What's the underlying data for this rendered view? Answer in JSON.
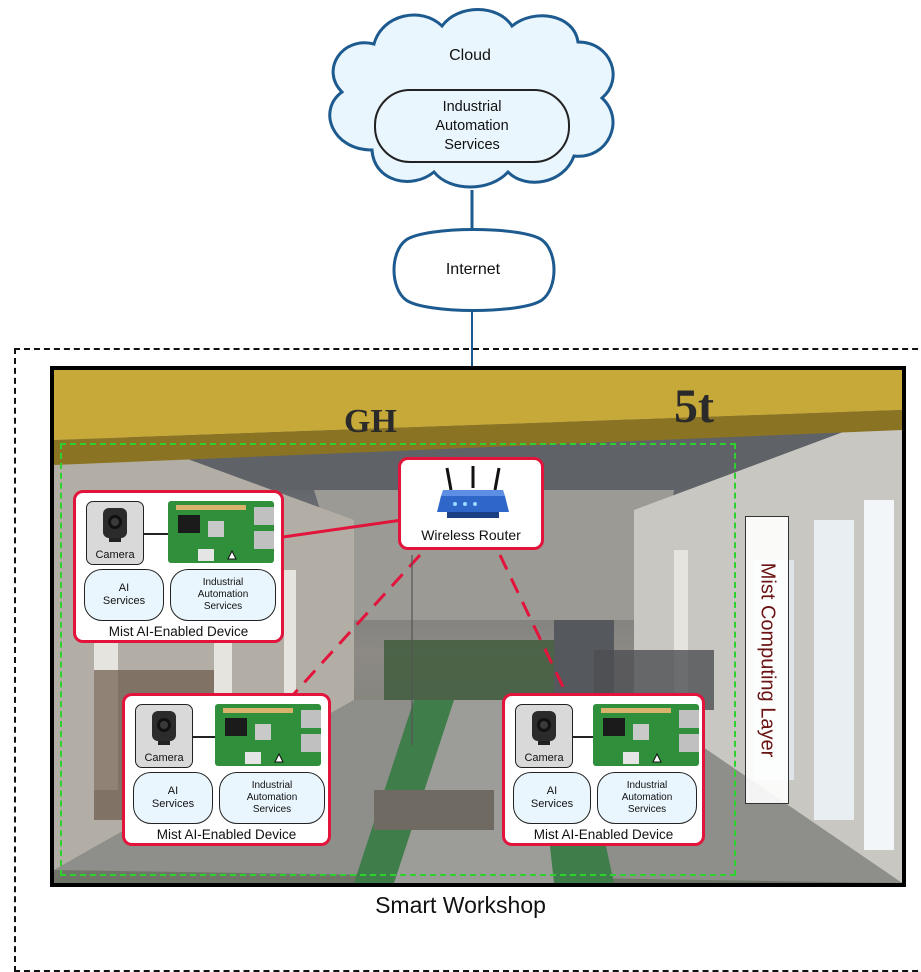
{
  "cloud": {
    "label": "Cloud",
    "service": "Industrial Automation Services"
  },
  "internet": {
    "label": "Internet"
  },
  "router": {
    "label": "Wireless Router",
    "icon": "wireless-router-icon"
  },
  "mist_layer": {
    "label": "Mist Computing Layer"
  },
  "workshop": {
    "label": "Smart Workshop"
  },
  "devices": [
    {
      "camera": "Camera",
      "ai": "AI Services",
      "ias": "Industrial Automation Services",
      "title": "Mist AI-Enabled Device"
    },
    {
      "camera": "Camera",
      "ai": "AI Services",
      "ias": "Industrial Automation Services",
      "title": "Mist AI-Enabled Device"
    },
    {
      "camera": "Camera",
      "ai": "AI Services",
      "ias": "Industrial Automation Services",
      "title": "Mist AI-Enabled Device"
    }
  ],
  "colors": {
    "cloud_stroke": "#1d5a8f",
    "device_border": "#e3143b",
    "mist_boundary": "#2fd12f",
    "pill_fill": "#eaf6fd"
  }
}
